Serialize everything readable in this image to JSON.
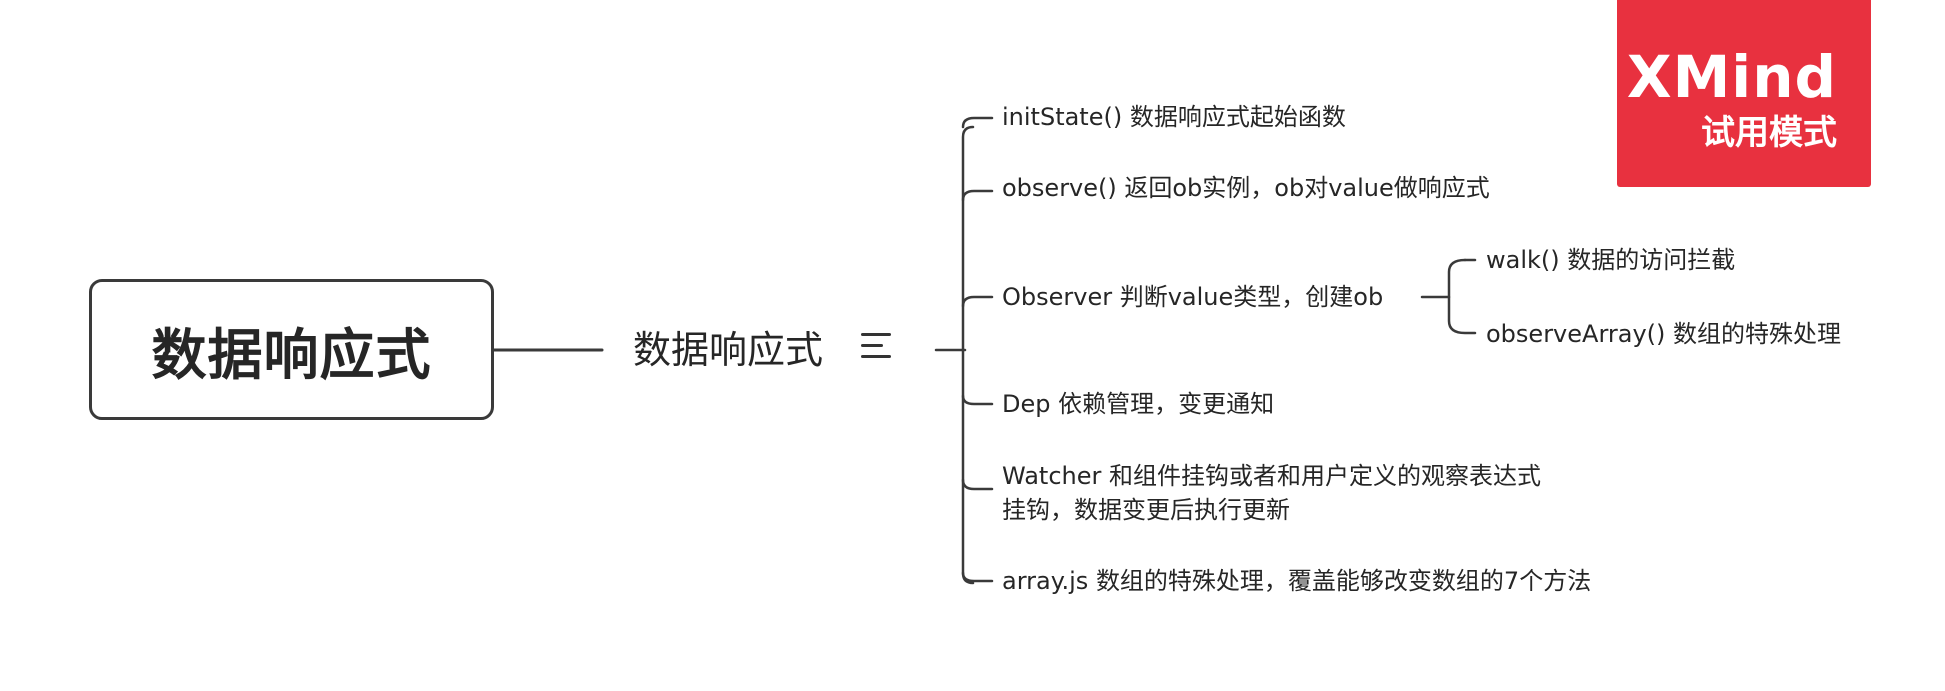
{
  "root": {
    "label": "数据响应式"
  },
  "main_topic": {
    "label": "数据响应式",
    "icon": "notes-icon"
  },
  "subtopics": [
    {
      "label": "initState() 数据响应式起始函数"
    },
    {
      "label": "observe() 返回ob实例，ob对value做响应式"
    },
    {
      "label": "Observer 判断value类型，创建ob",
      "children": [
        {
          "label": "walk() 数据的访问拦截"
        },
        {
          "label": "observeArray() 数组的特殊处理"
        }
      ]
    },
    {
      "label": "Dep 依赖管理，变更通知"
    },
    {
      "label": "Watcher 和组件挂钩或者和用户定义的观察表达式",
      "label_line2": "挂钩，数据变更后执行更新"
    },
    {
      "label": "array.js 数组的特殊处理，覆盖能够改变数组的7个方法"
    }
  ],
  "watermark": {
    "brand": "XMind",
    "mode": "试用模式",
    "color": "#e8313f"
  },
  "colors": {
    "line": "#3a3a3a",
    "text": "#262626"
  }
}
